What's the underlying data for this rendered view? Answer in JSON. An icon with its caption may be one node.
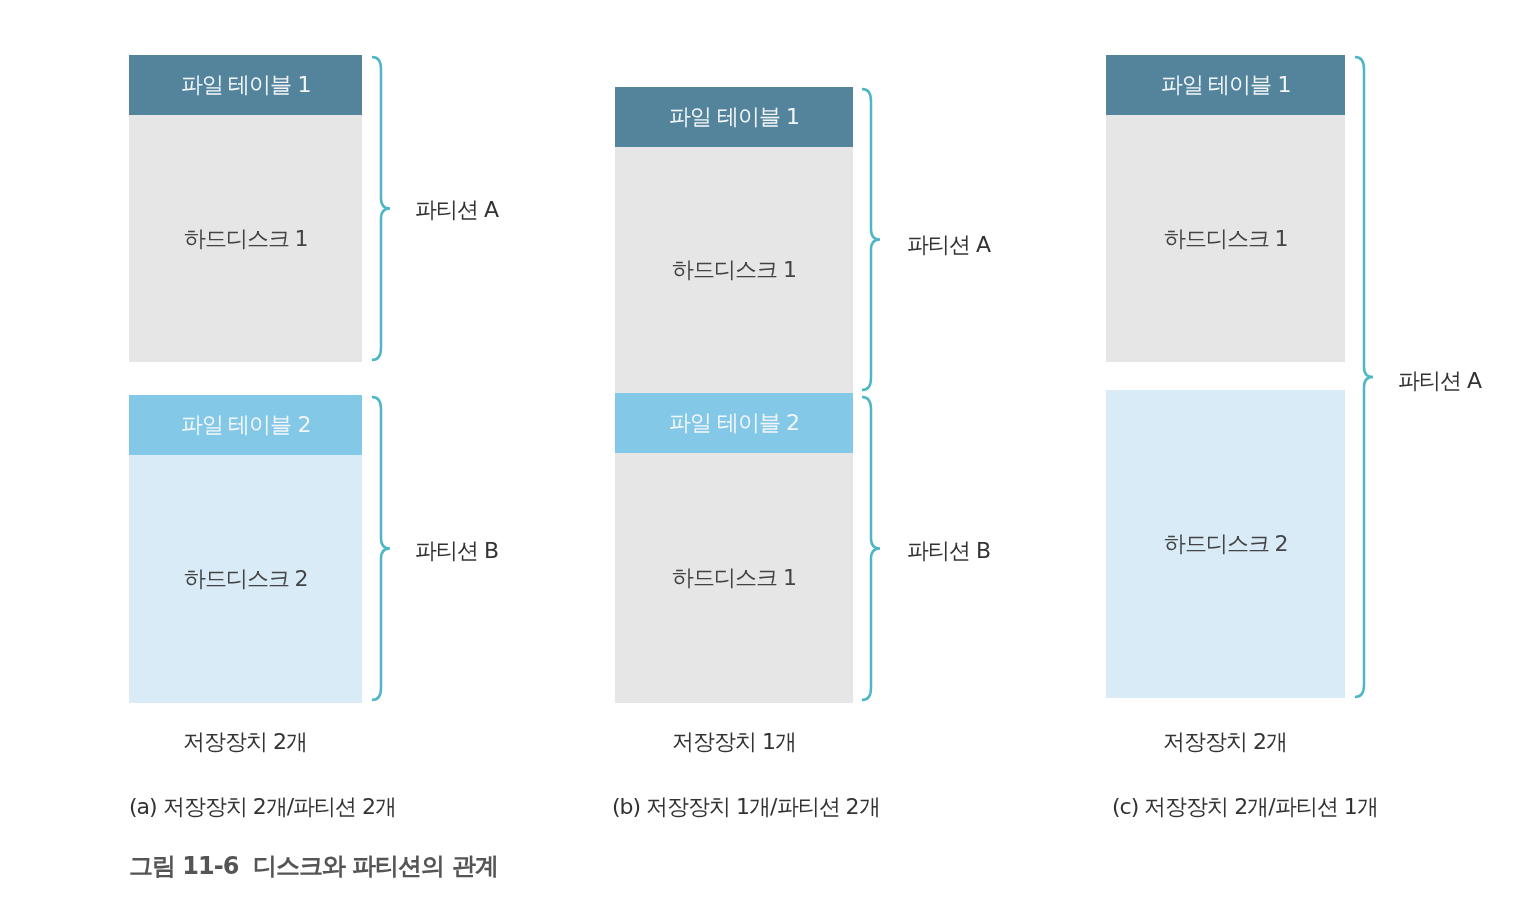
{
  "diagram": {
    "caption": "그림 11-6  디스크와 파티션의 관계",
    "nodes": [
      {
        "text": [
          "파일 테이블 1",
          "하드디스크 1"
        ]
      },
      {
        "text": [
          "파일 테이블 2",
          "하드디스크 2"
        ]
      },
      {
        "text": [
          "파일 테이블 1",
          "하드디스크 1"
        ]
      },
      {
        "text": [
          "파일 테이블 2",
          "하드디스크 1"
        ]
      },
      {
        "text": [
          "파일 테이블 1",
          "하드디스크 1"
        ]
      },
      {
        "text": [
          "하드디스크 2"
        ]
      }
    ],
    "edges": [],
    "labels": [
      "파티션 A",
      "파티션 A",
      "파티션 A",
      "파티션 B",
      "파티션 B",
      "저장장치 2개",
      "저장장치 1개",
      "저장장치 2개",
      "(a) 저장장치 2개/파티션 2개",
      "(b) 저장장치 1개/파티션 2개",
      "(c) 저장장치 2개/파티션 1개"
    ]
  }
}
